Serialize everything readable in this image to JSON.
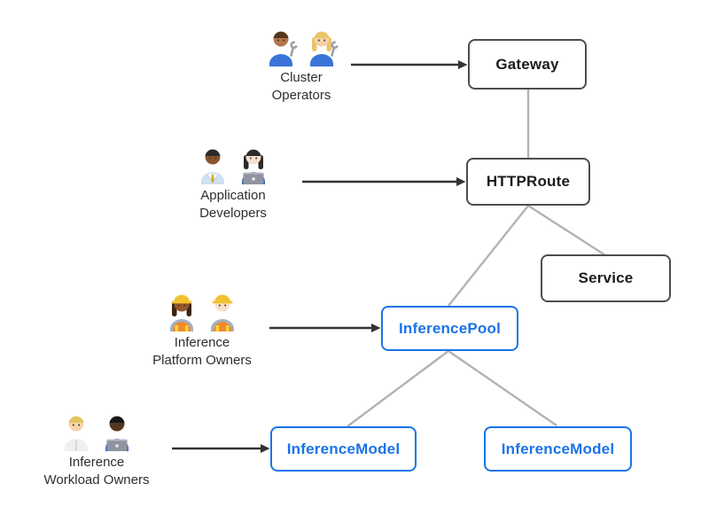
{
  "actors": [
    {
      "label": "Cluster\nOperators",
      "icons": [
        "man-mechanic-emoji",
        "woman-mechanic-emoji"
      ]
    },
    {
      "label": "Application\nDevelopers",
      "icons": [
        "man-office-worker-emoji",
        "woman-technologist-emoji"
      ]
    },
    {
      "label": "Inference\nPlatform Owners",
      "icons": [
        "woman-construction-worker-emoji",
        "man-construction-worker-emoji"
      ]
    },
    {
      "label": "Inference\nWorkload Owners",
      "icons": [
        "health-worker-emoji",
        "man-technologist-emoji"
      ]
    }
  ],
  "nodes": [
    {
      "id": "gateway",
      "label": "Gateway"
    },
    {
      "id": "httproute",
      "label": "HTTPRoute"
    },
    {
      "id": "service",
      "label": "Service"
    },
    {
      "id": "inferencepool",
      "label": "InferencePool"
    },
    {
      "id": "inferencemodel-left",
      "label": "InferenceModel"
    },
    {
      "id": "inferencemodel-right",
      "label": "InferenceModel"
    }
  ],
  "colors": {
    "node_border_dark": "#4d4d4d",
    "node_accent_blue": "#1a73e8",
    "connector_gray": "#b3b3b3",
    "arrow_black": "#333333"
  }
}
